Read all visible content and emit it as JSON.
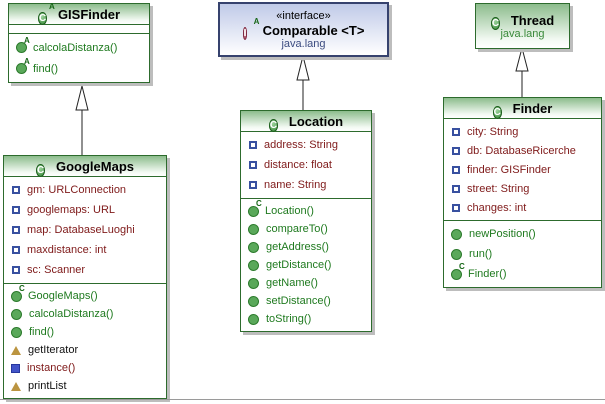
{
  "icons": {
    "class_letter": "C",
    "interface_letter": "I",
    "abstract_suffix": "A",
    "constructor_suffix": "C"
  },
  "colors": {
    "class_border": "#2d6b2d",
    "class_header_gradient_top": "#8cbc8c",
    "interface_border": "#36426e",
    "interface_header_gradient_top": "#c0cae8",
    "field_text": "#7f1a1a",
    "method_text": "#1f7a1f",
    "plain_member_text": "#111111",
    "static_member_text": "#7f1a1a",
    "package_green": "#3a8a3a",
    "package_blue": "#3c4c80",
    "shadow": "#bdbdbd"
  },
  "classes": {
    "gisfinder": {
      "name": "GISFinder",
      "kind": "abstract class",
      "methods": [
        "calcolaDistanza()",
        "find()"
      ]
    },
    "comparable": {
      "stereotype": "«interface»",
      "name": "Comparable <T>",
      "package": "java.lang"
    },
    "thread": {
      "name": "Thread",
      "package": "java.lang"
    },
    "googlemaps": {
      "name": "GoogleMaps",
      "fields": [
        "gm: URLConnection",
        "googlemaps: URL",
        "map: DatabaseLuoghi",
        "maxdistance: int",
        "sc: Scanner"
      ],
      "methods": [
        "GoogleMaps()",
        "calcolaDistanza()",
        "find()",
        "getIterator",
        "instance()",
        "printList"
      ]
    },
    "location": {
      "name": "Location",
      "fields": [
        "address: String",
        "distance: float",
        "name: String"
      ],
      "methods": [
        "Location()",
        "compareTo()",
        "getAddress()",
        "getDistance()",
        "getName()",
        "setDistance()",
        "toString()"
      ]
    },
    "finder": {
      "name": "Finder",
      "fields": [
        "city: String",
        "db: DatabaseRicerche",
        "finder: GISFinder",
        "street: String",
        "changes: int"
      ],
      "methods": [
        "newPosition()",
        "run()",
        "Finder()"
      ]
    }
  }
}
